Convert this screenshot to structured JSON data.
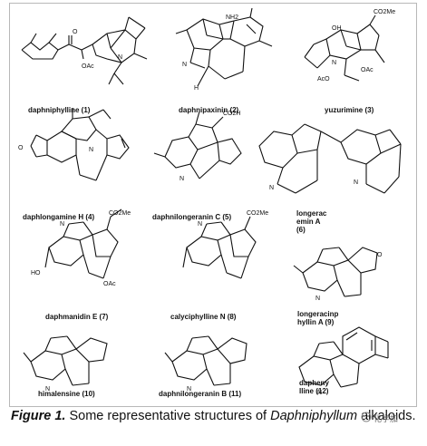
{
  "compounds": [
    {
      "label": "daphniphylline (1)"
    },
    {
      "label": "daphnipaxinin (2)"
    },
    {
      "label": "yuzurimine (3)"
    },
    {
      "label": "daphlongamine H (4)"
    },
    {
      "label": "daphnilongeranin C (5)"
    },
    {
      "label": "longerac\nemin A\n(6)"
    },
    {
      "label": "daphmanidin E (7)"
    },
    {
      "label": "calyciphylline N (8)"
    },
    {
      "label": "longeracinp\nhyllin A (9)"
    },
    {
      "label": "himalensine (10)"
    },
    {
      "label": "daphnilongeranin B (11)"
    },
    {
      "label": "dapheny\nlline (12)"
    }
  ],
  "atom_labels": {
    "oac": "OAc",
    "nh2": "NH2",
    "co2me": "CO2Me",
    "co2h": "CO2H",
    "oh": "OH",
    "ho": "HO",
    "aco": "AcO",
    "n": "N",
    "h": "H",
    "o": "O"
  },
  "caption": {
    "figure": "Figure 1.",
    "text": "Some representative structures of",
    "italic": "Daphniphyllum",
    "tail": "alkaloids."
  },
  "watermark": "化学加"
}
